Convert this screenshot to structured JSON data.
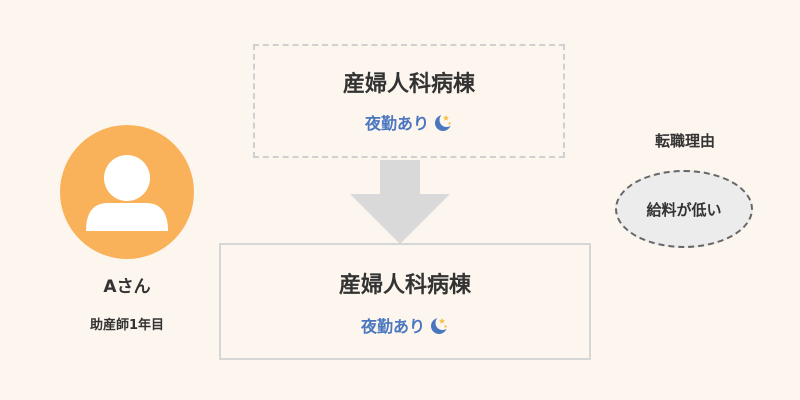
{
  "person": {
    "name": "Aさん",
    "role": "助産師1年目"
  },
  "before": {
    "ward": "産婦人科病棟",
    "shift": "夜勤あり",
    "shift_icon": "moon-stars-icon"
  },
  "after": {
    "ward": "産婦人科病棟",
    "shift": "夜勤あり",
    "shift_icon": "moon-stars-icon"
  },
  "reason": {
    "label": "転職理由",
    "text": "給料が低い"
  },
  "colors": {
    "background": "#fdf6ee",
    "avatar": "#f9b25a",
    "shift_text": "#4a76c0",
    "arrow": "#d9d9d9",
    "box_border": "#d6d6d6",
    "bubble_fill": "#ececec",
    "bubble_border": "#666666"
  }
}
